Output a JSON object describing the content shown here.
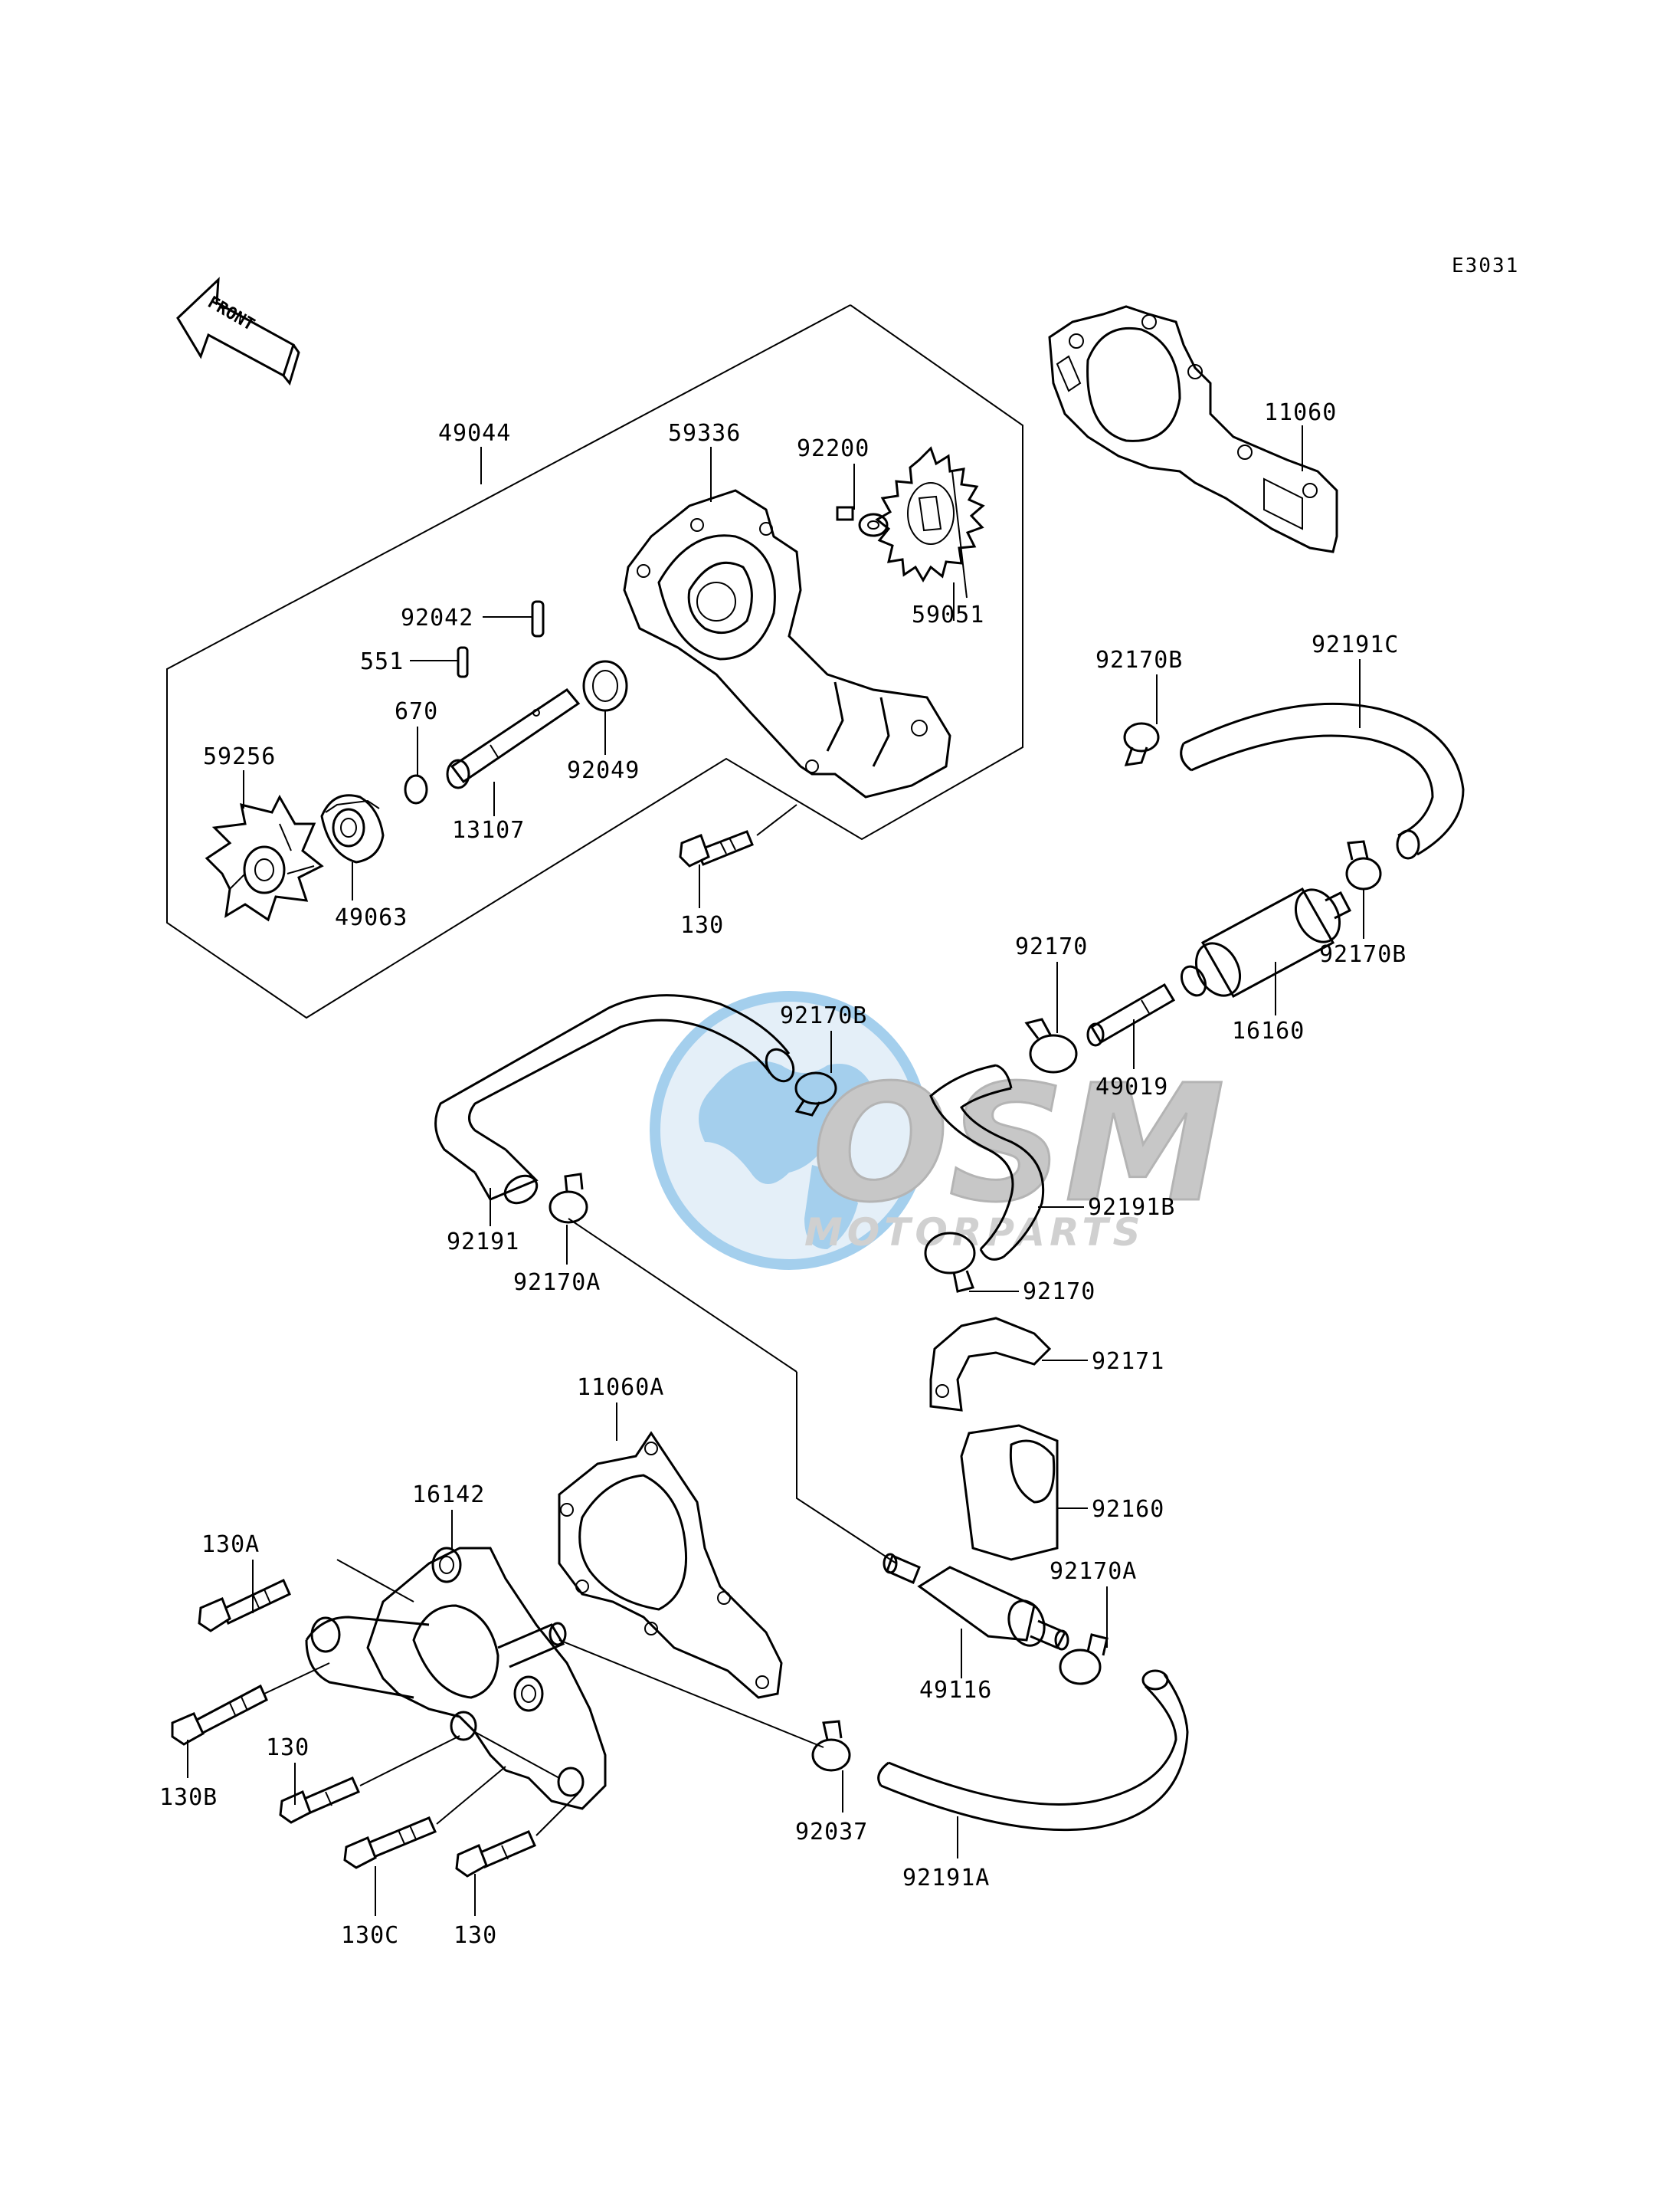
{
  "diagram_code": "E3031",
  "front_arrow_label": "FRONT",
  "watermark": {
    "logo_text": "OSM",
    "sub_text": "MOTORPARTS",
    "colors": {
      "globe": "#5aa8e0",
      "text": "#9a9a9a",
      "light": "#cfe3f3"
    }
  },
  "labels": {
    "l49044": "49044",
    "l59336": "59336",
    "l92200": "92200",
    "l59051": "59051",
    "l11060": "11060",
    "l92042": "92042",
    "l551": "551",
    "l670": "670",
    "l59256": "59256",
    "l49063": "49063",
    "l13107": "13107",
    "l92049": "92049",
    "l130_top": "130",
    "l92170B_top": "92170B",
    "l92191C": "92191C",
    "l92170B_right": "92170B",
    "l92170_top": "92170",
    "l16160": "16160",
    "l49019": "49019",
    "l92170B_mid": "92170B",
    "l92191": "92191",
    "l92170A_left": "92170A",
    "l92191B": "92191B",
    "l92170_mid": "92170",
    "l92171": "92171",
    "l11060A": "11060A",
    "l16142": "16142",
    "l92160": "92160",
    "l130A": "130A",
    "l92170A_right": "92170A",
    "l49116": "49116",
    "l130_mid": "130",
    "l130B": "130B",
    "l92037": "92037",
    "l92191A": "92191A",
    "l130C": "130C",
    "l130_bottom": "130"
  }
}
